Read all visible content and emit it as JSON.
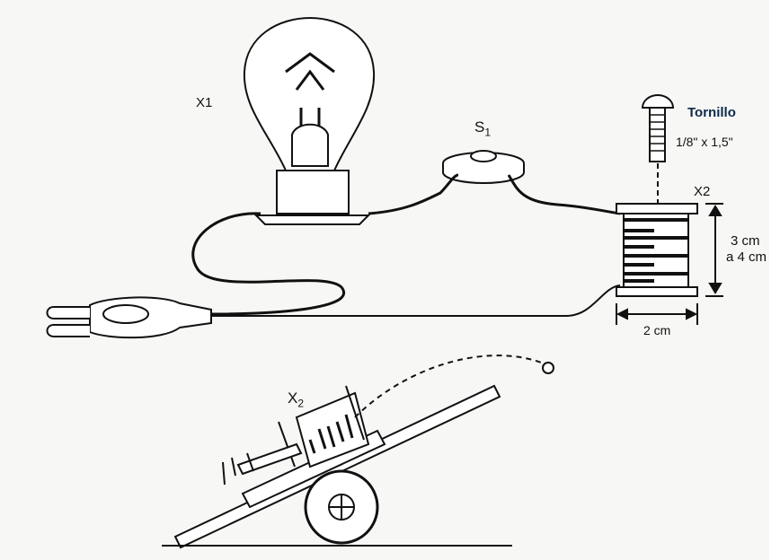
{
  "labels": {
    "lamp": "X1",
    "switch_main": "S",
    "switch_sub": "1",
    "screw_title": "Tornillo",
    "screw_size": "1/8\" x 1,5\"",
    "coil": "X2",
    "height_line1": "3 cm",
    "height_line2": "a 4 cm",
    "width": "2 cm",
    "cart_coil_main": "X",
    "cart_coil_sub": "2"
  },
  "colors": {
    "ink": "#111111",
    "screw_title": "#0d2a4a",
    "paper": "#f7f7f5"
  }
}
